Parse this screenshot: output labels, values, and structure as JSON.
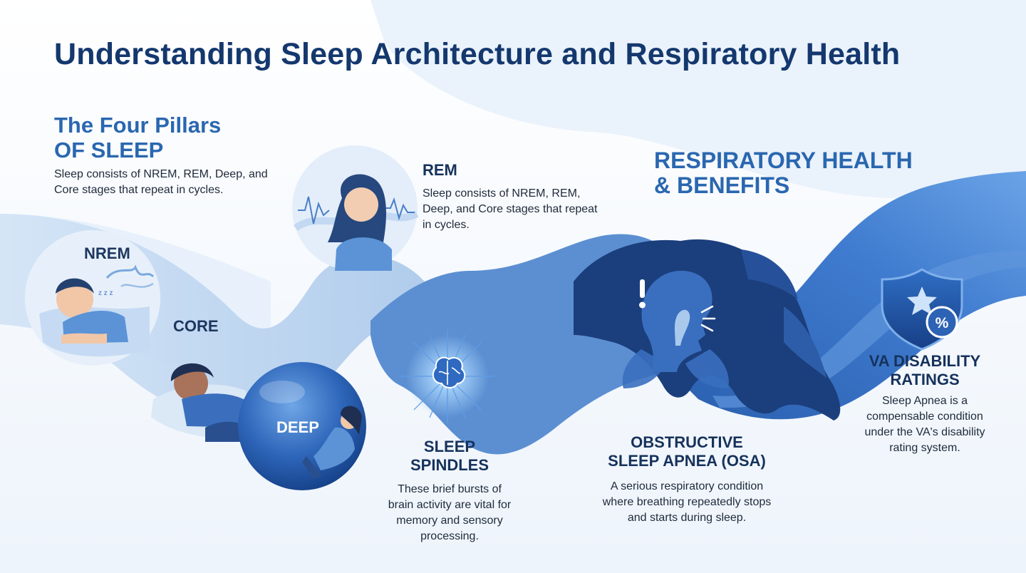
{
  "title": "Understanding Sleep Architecture and Respiratory Health",
  "pillars": {
    "heading_line1": "The Four Pillars",
    "heading_line2": "OF SLEEP",
    "description": "Sleep consists of NREM, REM, Deep, and Core stages that repeat in cycles."
  },
  "stages": {
    "nrem": "NREM",
    "core": "CORE",
    "deep": "DEEP",
    "rem": {
      "heading": "REM",
      "description": "Sleep consists of NREM, REM, Deep, and Core stages that repeat in cycles."
    }
  },
  "respiratory": {
    "line1": "RESPIRATORY HEALTH",
    "line2": "& BENEFITS"
  },
  "spindles": {
    "line1": "SLEEP",
    "line2": "SPINDLES",
    "description": "These brief bursts of brain activity are vital for memory and sensory processing."
  },
  "osa": {
    "line1": "OBSTRUCTIVE",
    "line2": "SLEEP APNEA (OSA)",
    "description": "A serious respiratory condition where breathing repeatedly stops and starts during sleep."
  },
  "va": {
    "line1": "VA DISABILITY",
    "line2": "RATINGS",
    "description": "Sleep Apnea is a compensable condition under the VA's disability rating system.",
    "badge_symbol": "%"
  },
  "icons": {
    "brain": "brain-icon",
    "shield": "shield-star-icon",
    "alert": "exclamation-icon"
  },
  "colors": {
    "title": "#14386e",
    "accent": "#2a67b0",
    "dark_wave": "#1b3f7c",
    "light_wave": "#a9c9ec"
  }
}
